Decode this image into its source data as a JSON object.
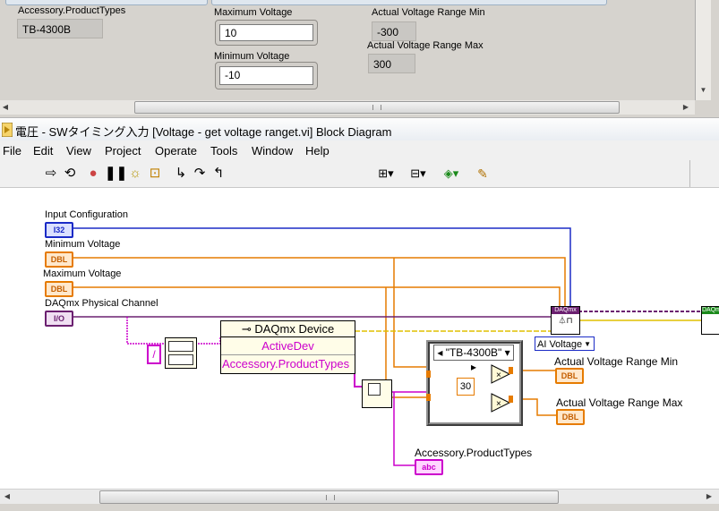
{
  "front_panel": {
    "accessory_label": "Accessory.ProductTypes",
    "accessory_value": "TB-4300B",
    "max_voltage_label": "Maximum Voltage",
    "max_voltage_value": "10",
    "min_voltage_label": "Minimum Voltage",
    "min_voltage_value": "-10",
    "range_min_label": "Actual Voltage Range Min",
    "range_min_value": "-300",
    "range_max_label": "Actual Voltage Range Max",
    "range_max_value": "300"
  },
  "window": {
    "title": "電圧 - SWタイミング入力 [Voltage - get voltage ranget.vi] Block Diagram"
  },
  "menu": [
    "File",
    "Edit",
    "View",
    "Project",
    "Operate",
    "Tools",
    "Window",
    "Help"
  ],
  "toolbar": {
    "font": "18pt Application Font",
    "icons": [
      "run-arrow-icon",
      "broken-run-icon",
      "abort-icon",
      "pause-icon",
      "highlight-execution-icon",
      "retain-wire-values-icon",
      "step-into-icon",
      "step-over-icon",
      "step-out-icon",
      "align-icon",
      "distribute-icon",
      "reorder-icon",
      "cleanup-icon"
    ]
  },
  "diagram": {
    "input_config_label": "Input Configuration",
    "input_config_type": "I32",
    "min_voltage_label": "Minimum Voltage",
    "min_voltage_type": "DBL",
    "max_voltage_label": "Maximum Voltage",
    "max_voltage_type": "DBL",
    "channel_label": "DAQmx Physical Channel",
    "channel_type": "I/O",
    "property_node_title": "DAQmx Device",
    "property_active": "ActiveDev",
    "property_product": "Accessory.ProductTypes",
    "case_selector": "\"TB-4300B\"",
    "constant_30": "30",
    "daqmx_label": "DAQmx",
    "ai_voltage": "AI Voltage",
    "range_min_label": "Actual Voltage Range Min",
    "range_max_label": "Actual Voltage Range Max",
    "accessory_out_label": "Accessory.ProductTypes",
    "dbl": "DBL",
    "abc": "abc",
    "multiply": "×"
  },
  "colors": {
    "double_wire": "#e67b00",
    "int_wire": "#1b2bc6",
    "string_wire": "#cc00cc",
    "daq_wire": "#6b2070"
  }
}
